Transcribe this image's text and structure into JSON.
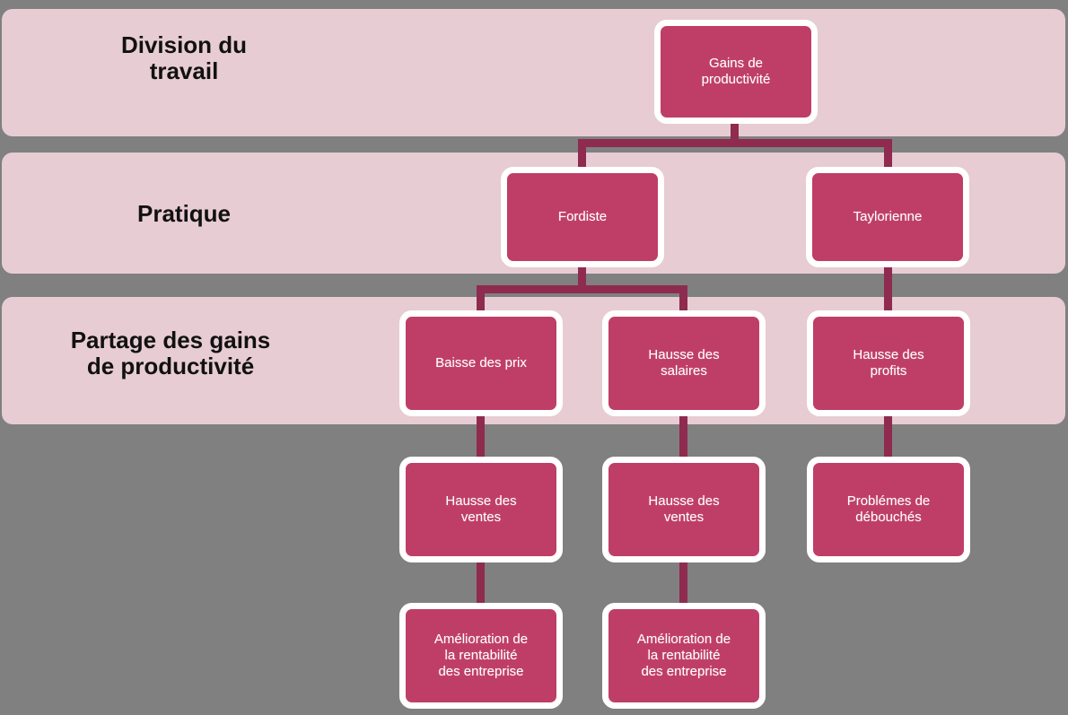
{
  "colors": {
    "background": "#808080",
    "band": "#e7ccd4",
    "node_fill": "#bf3e68",
    "node_border": "#ffffff",
    "connector": "#8e2b4f",
    "band_label_text": "#111111",
    "node_text": "#ffffff"
  },
  "bands": [
    {
      "id": "band-division-du-travail",
      "label": "Division du\ntravail",
      "font_size": 26
    },
    {
      "id": "band-pratique",
      "label": "Pratique",
      "font_size": 26
    },
    {
      "id": "band-partage-des-gains",
      "label": "Partage des gains\nde productivité",
      "font_size": 26
    }
  ],
  "nodes": [
    {
      "id": "gains-de-productivite",
      "label": "Gains de\nproductivité"
    },
    {
      "id": "fordiste",
      "label": "Fordiste"
    },
    {
      "id": "taylorienne",
      "label": "Taylorienne"
    },
    {
      "id": "baisse-des-prix",
      "label": "Baisse des prix"
    },
    {
      "id": "hausse-des-salaires",
      "label": "Hausse des\nsalaires"
    },
    {
      "id": "hausse-des-profits",
      "label": "Hausse des\nprofits"
    },
    {
      "id": "hausse-des-ventes-1",
      "label": "Hausse des\nventes"
    },
    {
      "id": "hausse-des-ventes-2",
      "label": "Hausse des\nventes"
    },
    {
      "id": "problemes-de-debouches",
      "label": "Problémes de\ndébouchés"
    },
    {
      "id": "amelioration-rentabilite-1",
      "label": "Amélioration de\nla rentabilité\ndes entreprise"
    },
    {
      "id": "amelioration-rentabilite-2",
      "label": "Amélioration de\nla rentabilité\ndes entreprise"
    }
  ]
}
